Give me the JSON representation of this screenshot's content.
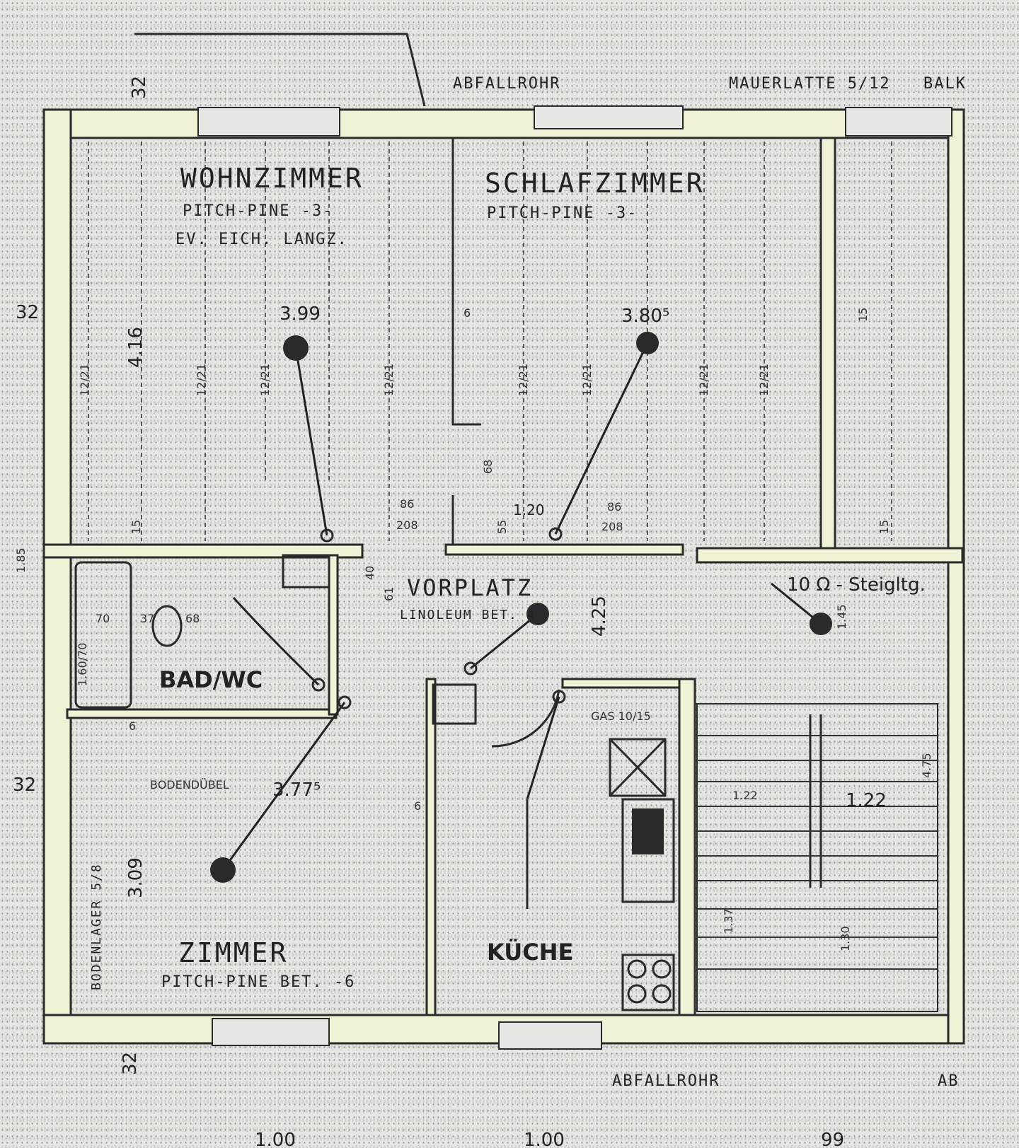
{
  "top_labels": {
    "abfallrohr": "ABFALLROHR",
    "mauerlatte": "MAUERLATTE 5/12",
    "balk": "BALK"
  },
  "rooms": {
    "wohnzimmer": {
      "name": "WOHNZIMMER",
      "floor": "PITCH-PINE -3-",
      "note": "EV. EICH. LANGZ.",
      "dim": "4.16",
      "width": "3.99"
    },
    "schlafzimmer": {
      "name": "SCHLAFZIMMER",
      "floor": "PITCH-PINE -3-",
      "width": "3.80⁵"
    },
    "vorplatz": {
      "name": "VORPLATZ",
      "floor": "LINOLEUM BET. 4",
      "dim": "4.25"
    },
    "bad": {
      "name": "BAD/WC",
      "dims": [
        "1.60/70",
        "70",
        "37",
        "68"
      ]
    },
    "zimmer": {
      "name": "ZIMMER",
      "floor": "PITCH-PINE BET. -6",
      "width": "3.77⁵",
      "depth": "3.09",
      "bodendubel": "BODENDÜBEL",
      "bodenlager": "BODENLAGER 5/8"
    },
    "kueche": {
      "name": "KÜCHE",
      "gas": "GAS 10/15"
    },
    "stair": {
      "steigleitung": "10 Ω - Steigltg.",
      "dims": [
        "1.22",
        "1.22",
        "1.37",
        "1.30",
        "1.45",
        "4.75"
      ]
    }
  },
  "dimensions": {
    "wall_32": "32",
    "side_185": "1.85",
    "beam_labels": [
      "12/21",
      "12/21",
      "12/21",
      "12/21",
      "12/21",
      "12/21",
      "12/21",
      "12/21"
    ],
    "small": [
      "15",
      "15",
      "15",
      "6",
      "6",
      "6",
      "68",
      "86",
      "208",
      "86",
      "208",
      "1.20",
      "55",
      "40",
      "61"
    ]
  },
  "bottom_labels": {
    "abfallrohr": "ABFALLROHR",
    "dims": [
      "1.00",
      "1.00",
      "99"
    ],
    "ab": "AB"
  }
}
